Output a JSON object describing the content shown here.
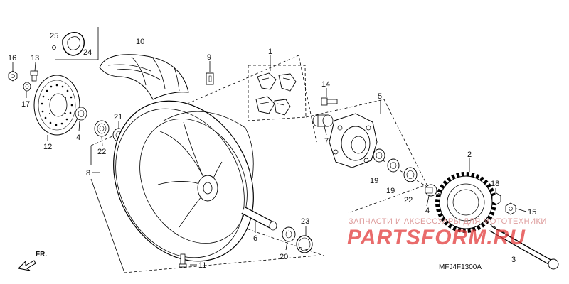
{
  "parts": [
    {
      "id": "p1",
      "label": "1"
    },
    {
      "id": "p2",
      "label": "2"
    },
    {
      "id": "p3",
      "label": "3"
    },
    {
      "id": "p4a",
      "label": "4"
    },
    {
      "id": "p4b",
      "label": "4"
    },
    {
      "id": "p5",
      "label": "5"
    },
    {
      "id": "p6",
      "label": "6"
    },
    {
      "id": "p7",
      "label": "7"
    },
    {
      "id": "p8",
      "label": "8"
    },
    {
      "id": "p9",
      "label": "9"
    },
    {
      "id": "p10",
      "label": "10"
    },
    {
      "id": "p11",
      "label": "11"
    },
    {
      "id": "p12",
      "label": "12"
    },
    {
      "id": "p13",
      "label": "13"
    },
    {
      "id": "p14",
      "label": "14"
    },
    {
      "id": "p15",
      "label": "15"
    },
    {
      "id": "p16",
      "label": "16"
    },
    {
      "id": "p17",
      "label": "17"
    },
    {
      "id": "p18",
      "label": "18"
    },
    {
      "id": "p19a",
      "label": "19"
    },
    {
      "id": "p19b",
      "label": "19"
    },
    {
      "id": "p20",
      "label": "20"
    },
    {
      "id": "p21",
      "label": "21"
    },
    {
      "id": "p22a",
      "label": "22"
    },
    {
      "id": "p22b",
      "label": "22"
    },
    {
      "id": "p23",
      "label": "23"
    },
    {
      "id": "p24",
      "label": "24"
    },
    {
      "id": "p25",
      "label": "25"
    }
  ],
  "direction_label": "FR.",
  "diagram_code": "MFJ4F1300A",
  "watermark": {
    "top_text": "ЗАПЧАСТИ И АКСЕССУАРЫ ДЛЯ МОТОТЕХНИКИ",
    "main_text": "PARTSFORM.RU"
  }
}
